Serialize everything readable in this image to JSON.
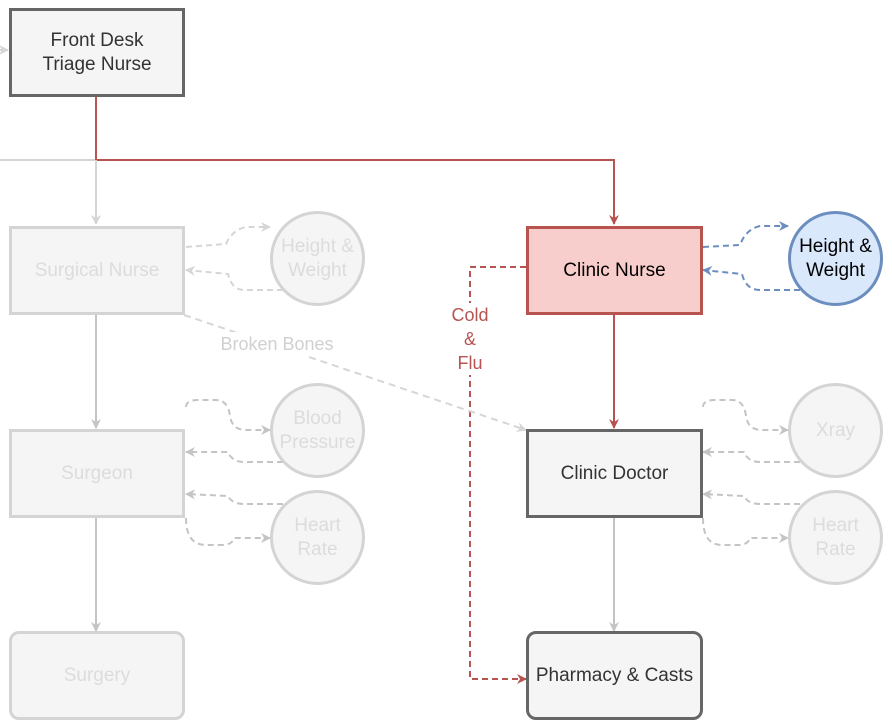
{
  "nodes": {
    "front_desk_line1": "Front Desk",
    "front_desk_line2": "Triage Nurse",
    "surgical_nurse": "Surgical Nurse",
    "surgical_hw_line1": "Height &",
    "surgical_hw_line2": "Weight",
    "clinic_nurse": "Clinic Nurse",
    "clinic_hw_line1": "Height &",
    "clinic_hw_line2": "Weight",
    "surgeon": "Surgeon",
    "blood_pressure_line1": "Blood",
    "blood_pressure_line2": "Pressure",
    "surgeon_hr_line1": "Heart",
    "surgeon_hr_line2": "Rate",
    "clinic_doctor": "Clinic Doctor",
    "xray": "Xray",
    "doctor_hr_line1": "Heart",
    "doctor_hr_line2": "Rate",
    "surgery": "Surgery",
    "pharmacy": "Pharmacy & Casts"
  },
  "edge_labels": {
    "cold_line1": "Cold",
    "cold_line2": "&",
    "cold_line3": "Flu",
    "broken_bones": "Broken Bones"
  },
  "colors": {
    "active_red": "#b85450",
    "active_fill": "#f8cecc",
    "blue_stroke": "#6c8ebf",
    "blue_fill": "#dae8fc",
    "dark_stroke": "#666666",
    "faded_stroke": "#d4d4d4",
    "node_fill": "#f5f5f5"
  }
}
